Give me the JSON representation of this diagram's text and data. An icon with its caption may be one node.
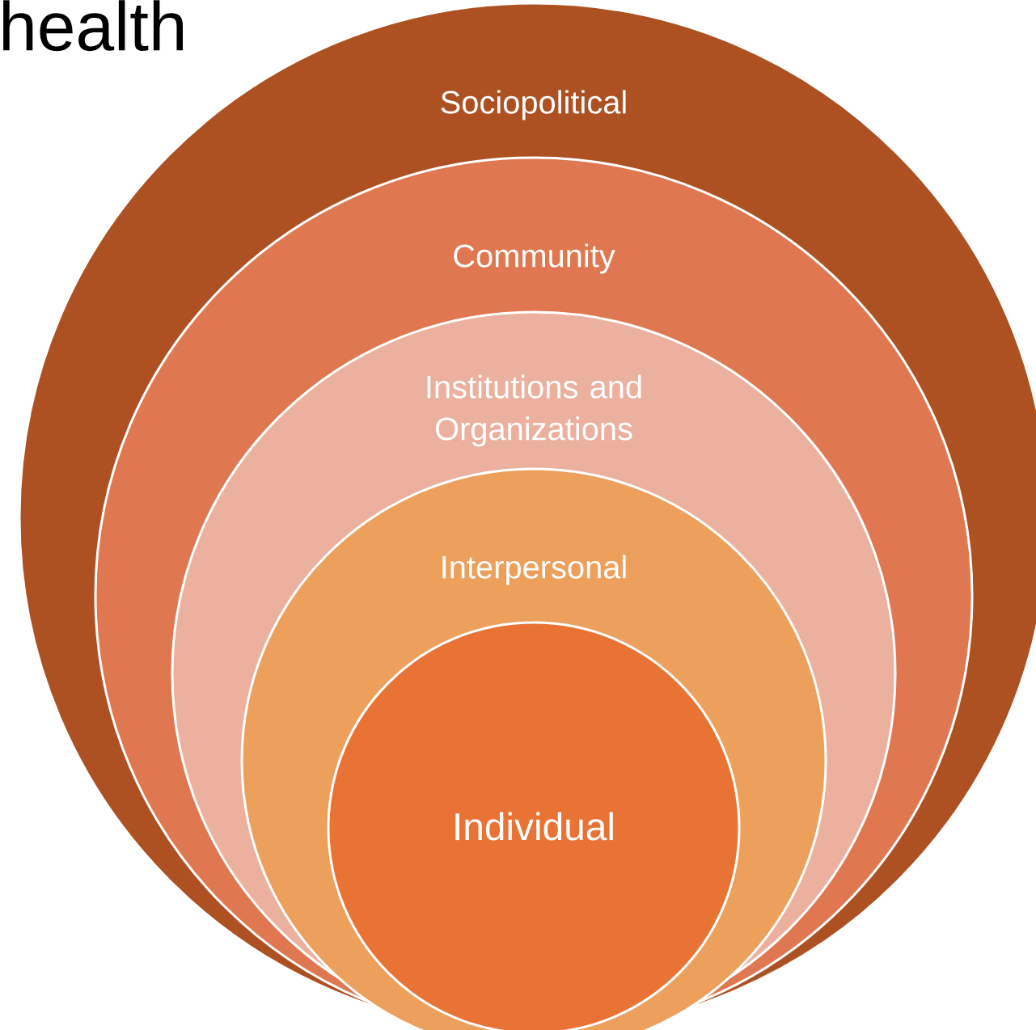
{
  "diagram": {
    "title": "health",
    "nodes": [
      {
        "text": [
          "Sociopolitical"
        ]
      },
      {
        "text": [
          "Community"
        ],
        "in": 0
      },
      {
        "text": [
          "Institutions and Organizations"
        ],
        "in": 1
      },
      {
        "text": [
          "Interpersonal"
        ],
        "in": 2
      },
      {
        "text": [
          "Individual"
        ],
        "in": 3
      }
    ],
    "edges": []
  }
}
